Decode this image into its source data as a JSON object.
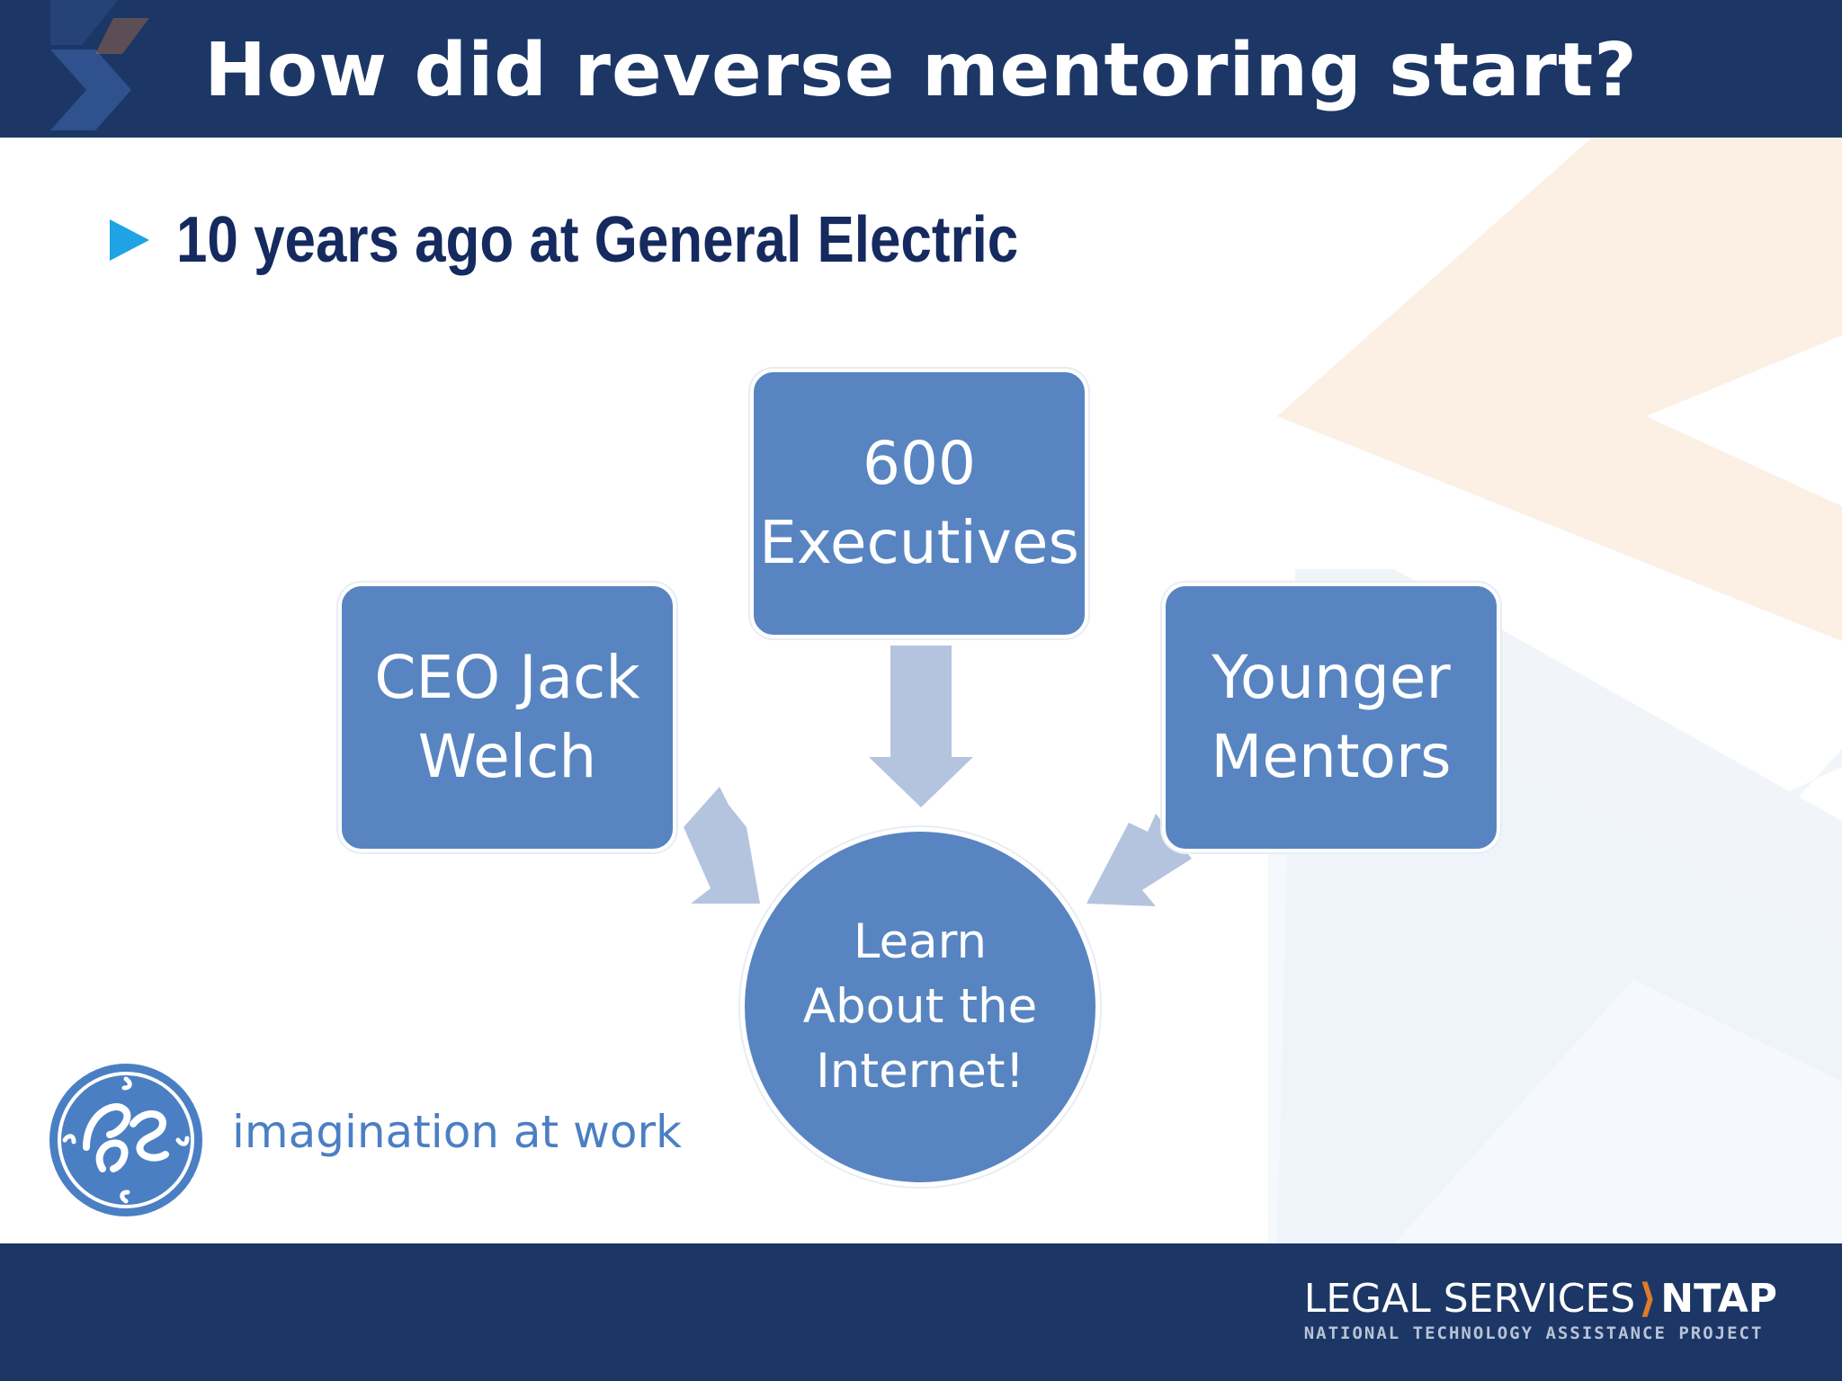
{
  "slide": {
    "title": "How did reverse mentoring start?",
    "bullet": "10 years ago at General Electric"
  },
  "diagram": {
    "top_box": {
      "line1": "600",
      "line2": "Executives"
    },
    "left_box": {
      "line1": "CEO Jack",
      "line2": "Welch"
    },
    "right_box": {
      "line1": "Younger",
      "line2": "Mentors"
    },
    "center_circle": {
      "line1": "Learn",
      "line2": "About the",
      "line3": "Internet!"
    }
  },
  "ge": {
    "tagline": "imagination at work"
  },
  "footer": {
    "brand_left": "LEGAL SERVICES",
    "brand_right": "NTAP",
    "brand_sub": "NATIONAL TECHNOLOGY ASSISTANCE PROJECT"
  },
  "colors": {
    "header_bg": "#1c3766",
    "title_text": "#ffffff",
    "bullet_text": "#152a5e",
    "bullet_arrow": "#1fa3e4",
    "shape_fill": "#5885c1",
    "arrow_fill": "#b4c4df",
    "ge_blue": "#4b7fc4",
    "brand_accent": "#e07b2a"
  },
  "icons": {
    "bullet": "triangle-right-icon",
    "ge_logo": "ge-monogram-logo",
    "header_chevron": "chevron-decor-icon"
  }
}
